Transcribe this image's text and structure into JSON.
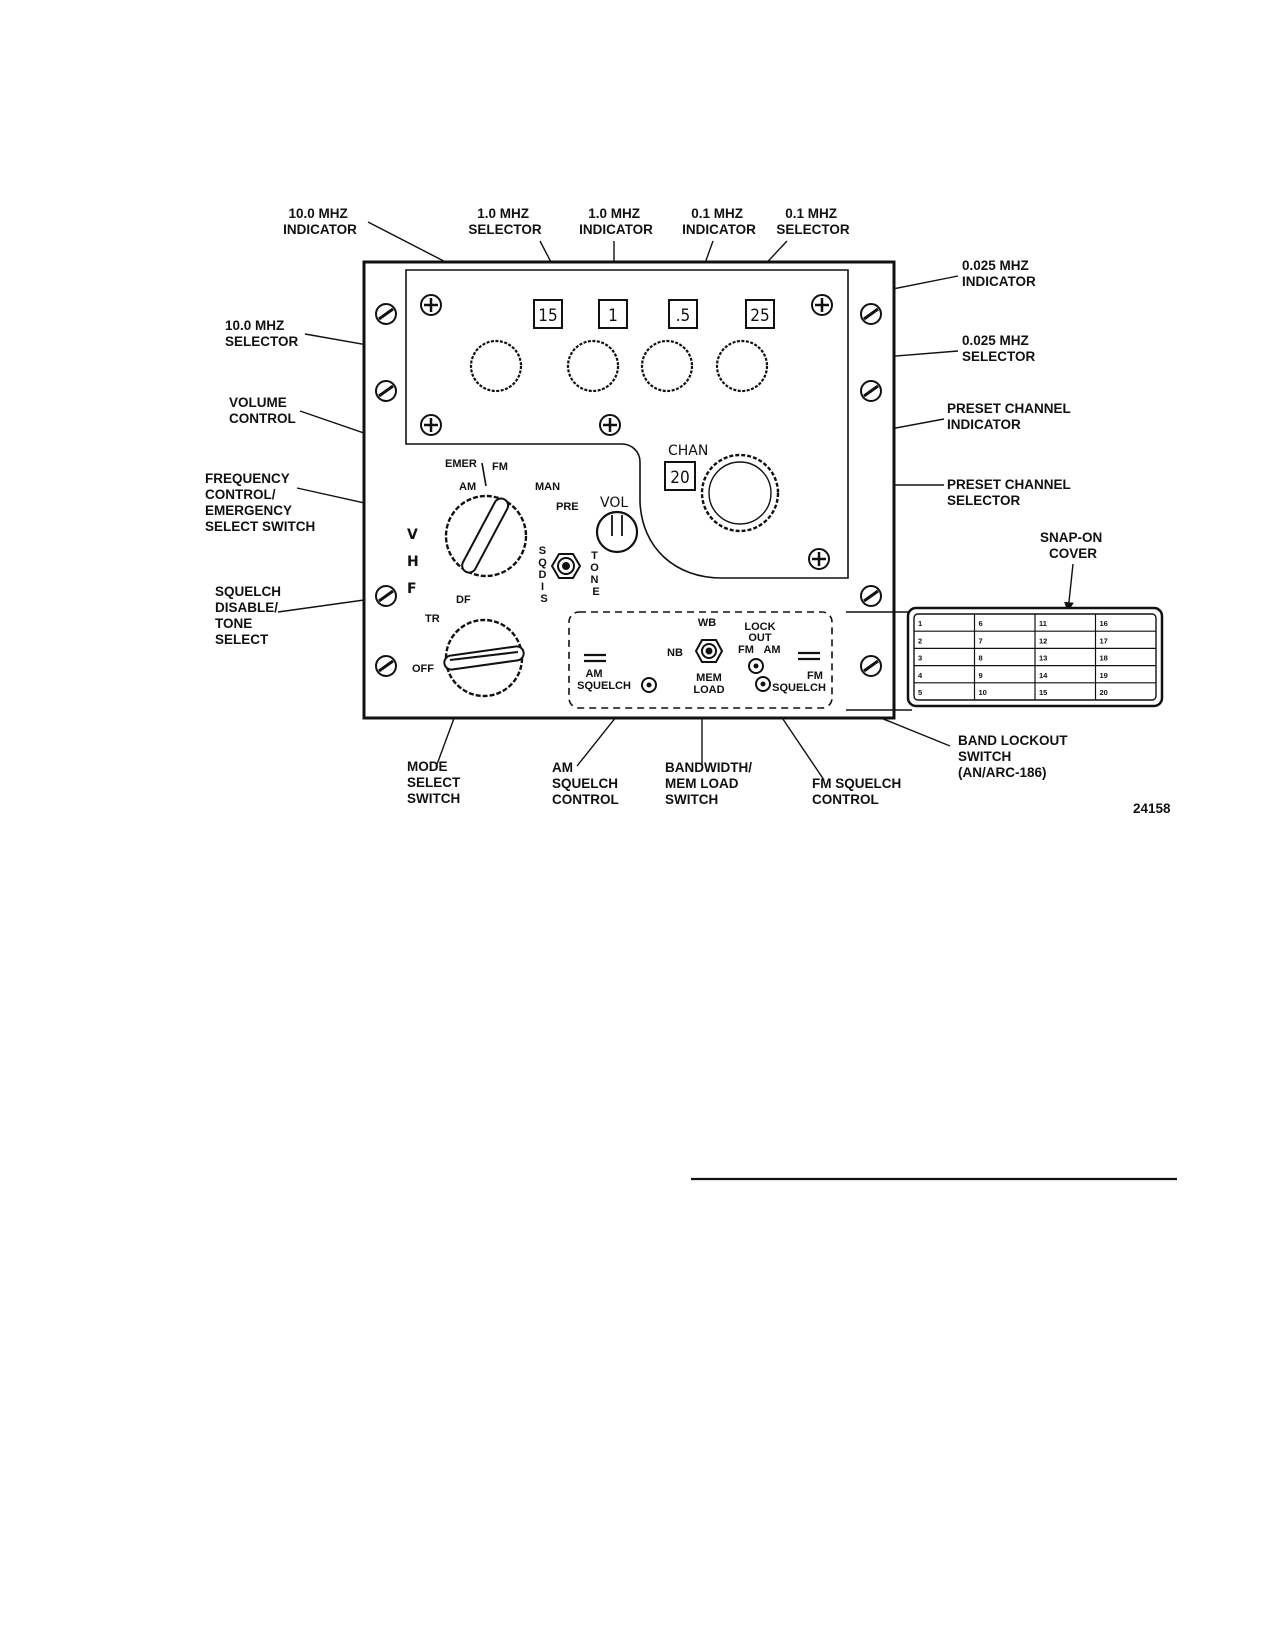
{
  "figure_number": "24158",
  "callouts": {
    "ind_10mhz": [
      "10.0 MHZ",
      "INDICATOR"
    ],
    "sel_1mhz": [
      "1.0 MHZ",
      "SELECTOR"
    ],
    "ind_1mhz": [
      "1.0 MHZ",
      "INDICATOR"
    ],
    "ind_01mhz": [
      "0.1 MHZ",
      "INDICATOR"
    ],
    "sel_01mhz": [
      "0.1 MHZ",
      "SELECTOR"
    ],
    "ind_0025mhz": [
      "0.025 MHZ",
      "INDICATOR"
    ],
    "sel_10mhz": [
      "10.0 MHZ",
      "SELECTOR"
    ],
    "sel_0025mhz": [
      "0.025 MHZ",
      "SELECTOR"
    ],
    "volume": [
      "VOLUME",
      "CONTROL"
    ],
    "preset_ind": [
      "PRESET CHANNEL",
      "INDICATOR"
    ],
    "freq_ctrl": [
      "FREQUENCY",
      "CONTROL/",
      "EMERGENCY",
      "SELECT SWITCH"
    ],
    "preset_sel": [
      "PRESET CHANNEL",
      "SELECTOR"
    ],
    "snap_cover": [
      "SNAP-ON",
      "COVER"
    ],
    "squelch_disable": [
      "SQUELCH",
      "DISABLE/",
      "TONE",
      "SELECT"
    ],
    "band_lockout": [
      "BAND LOCKOUT",
      "SWITCH",
      "(AN/ARC-186)"
    ],
    "mode_select": [
      "MODE",
      "SELECT",
      "SWITCH"
    ],
    "am_squelch": [
      "AM",
      "SQUELCH",
      "CONTROL"
    ],
    "bandwidth": [
      "BANDWIDTH/",
      "MEM LOAD",
      "SWITCH"
    ],
    "fm_squelch": [
      "FM SQUELCH",
      "CONTROL"
    ]
  },
  "panel": {
    "windows": {
      "mhz10": "15",
      "mhz1": "1",
      "mhz01": ".5",
      "mhz0025": "25"
    },
    "chan_label": "CHAN",
    "chan_value": "20",
    "freq_positions": {
      "emer": "EMER",
      "fm": "FM",
      "am": "AM",
      "man": "MAN",
      "pre": "PRE"
    },
    "vol_label": "VOL",
    "vhf_letters": [
      "V",
      "H",
      "F"
    ],
    "squelch_dis": [
      "S",
      "Q",
      "D",
      "I",
      "S"
    ],
    "tone": [
      "T",
      "O",
      "N",
      "E"
    ],
    "mode_positions": {
      "df": "DF",
      "tr": "TR",
      "off": "OFF"
    },
    "bottom": {
      "wb": "WB",
      "nb": "NB",
      "mem": "MEM",
      "load": "LOAD",
      "lock": "LOCK",
      "out": "OUT",
      "fm": "FM",
      "am": "AM",
      "am_sq_1": "AM",
      "am_sq_2": "SQUELCH",
      "fm_sq_1": "FM",
      "fm_sq_2": "SQUELCH"
    }
  },
  "cover_table": [
    [
      "1",
      "6",
      "11",
      "16"
    ],
    [
      "2",
      "7",
      "12",
      "17"
    ],
    [
      "3",
      "8",
      "13",
      "18"
    ],
    [
      "4",
      "9",
      "14",
      "19"
    ],
    [
      "5",
      "10",
      "15",
      "20"
    ]
  ]
}
